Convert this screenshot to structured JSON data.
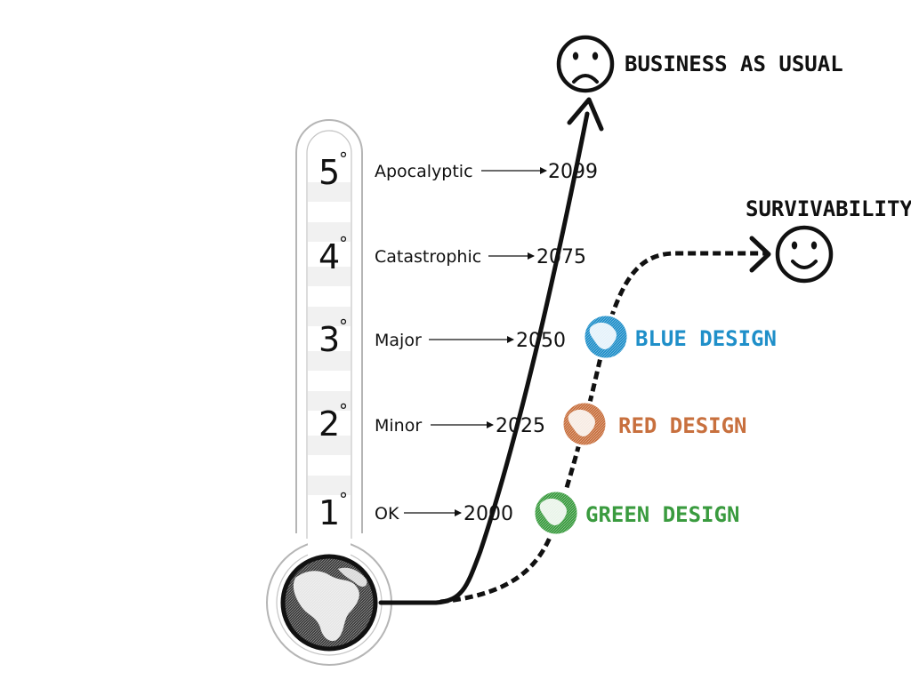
{
  "scale": {
    "levels": [
      {
        "degree": "1",
        "symbol": "°",
        "label": "OK",
        "year": "2000"
      },
      {
        "degree": "2",
        "symbol": "°",
        "label": "Minor",
        "year": "2025"
      },
      {
        "degree": "3",
        "symbol": "°",
        "label": "Major",
        "year": "2050"
      },
      {
        "degree": "4",
        "symbol": "°",
        "label": "Catastrophic",
        "year": "2075"
      },
      {
        "degree": "5",
        "symbol": "°",
        "label": "Apocalyptic",
        "year": "2099"
      }
    ]
  },
  "outcomes": {
    "business_as_usual": "BUSINESS AS USUAL",
    "survivability": "SURVIVABILITY"
  },
  "designs": {
    "green": {
      "label": "GREEN DESIGN",
      "color": "#3a9b3f"
    },
    "red": {
      "label": "RED DESIGN",
      "color": "#c8703e"
    },
    "blue": {
      "label": "BLUE DESIGN",
      "color": "#1f8fc9"
    }
  },
  "colors": {
    "ink": "#111111",
    "thermometer_outline": "#b5b5b5",
    "stripe": "#f1f1f1"
  }
}
